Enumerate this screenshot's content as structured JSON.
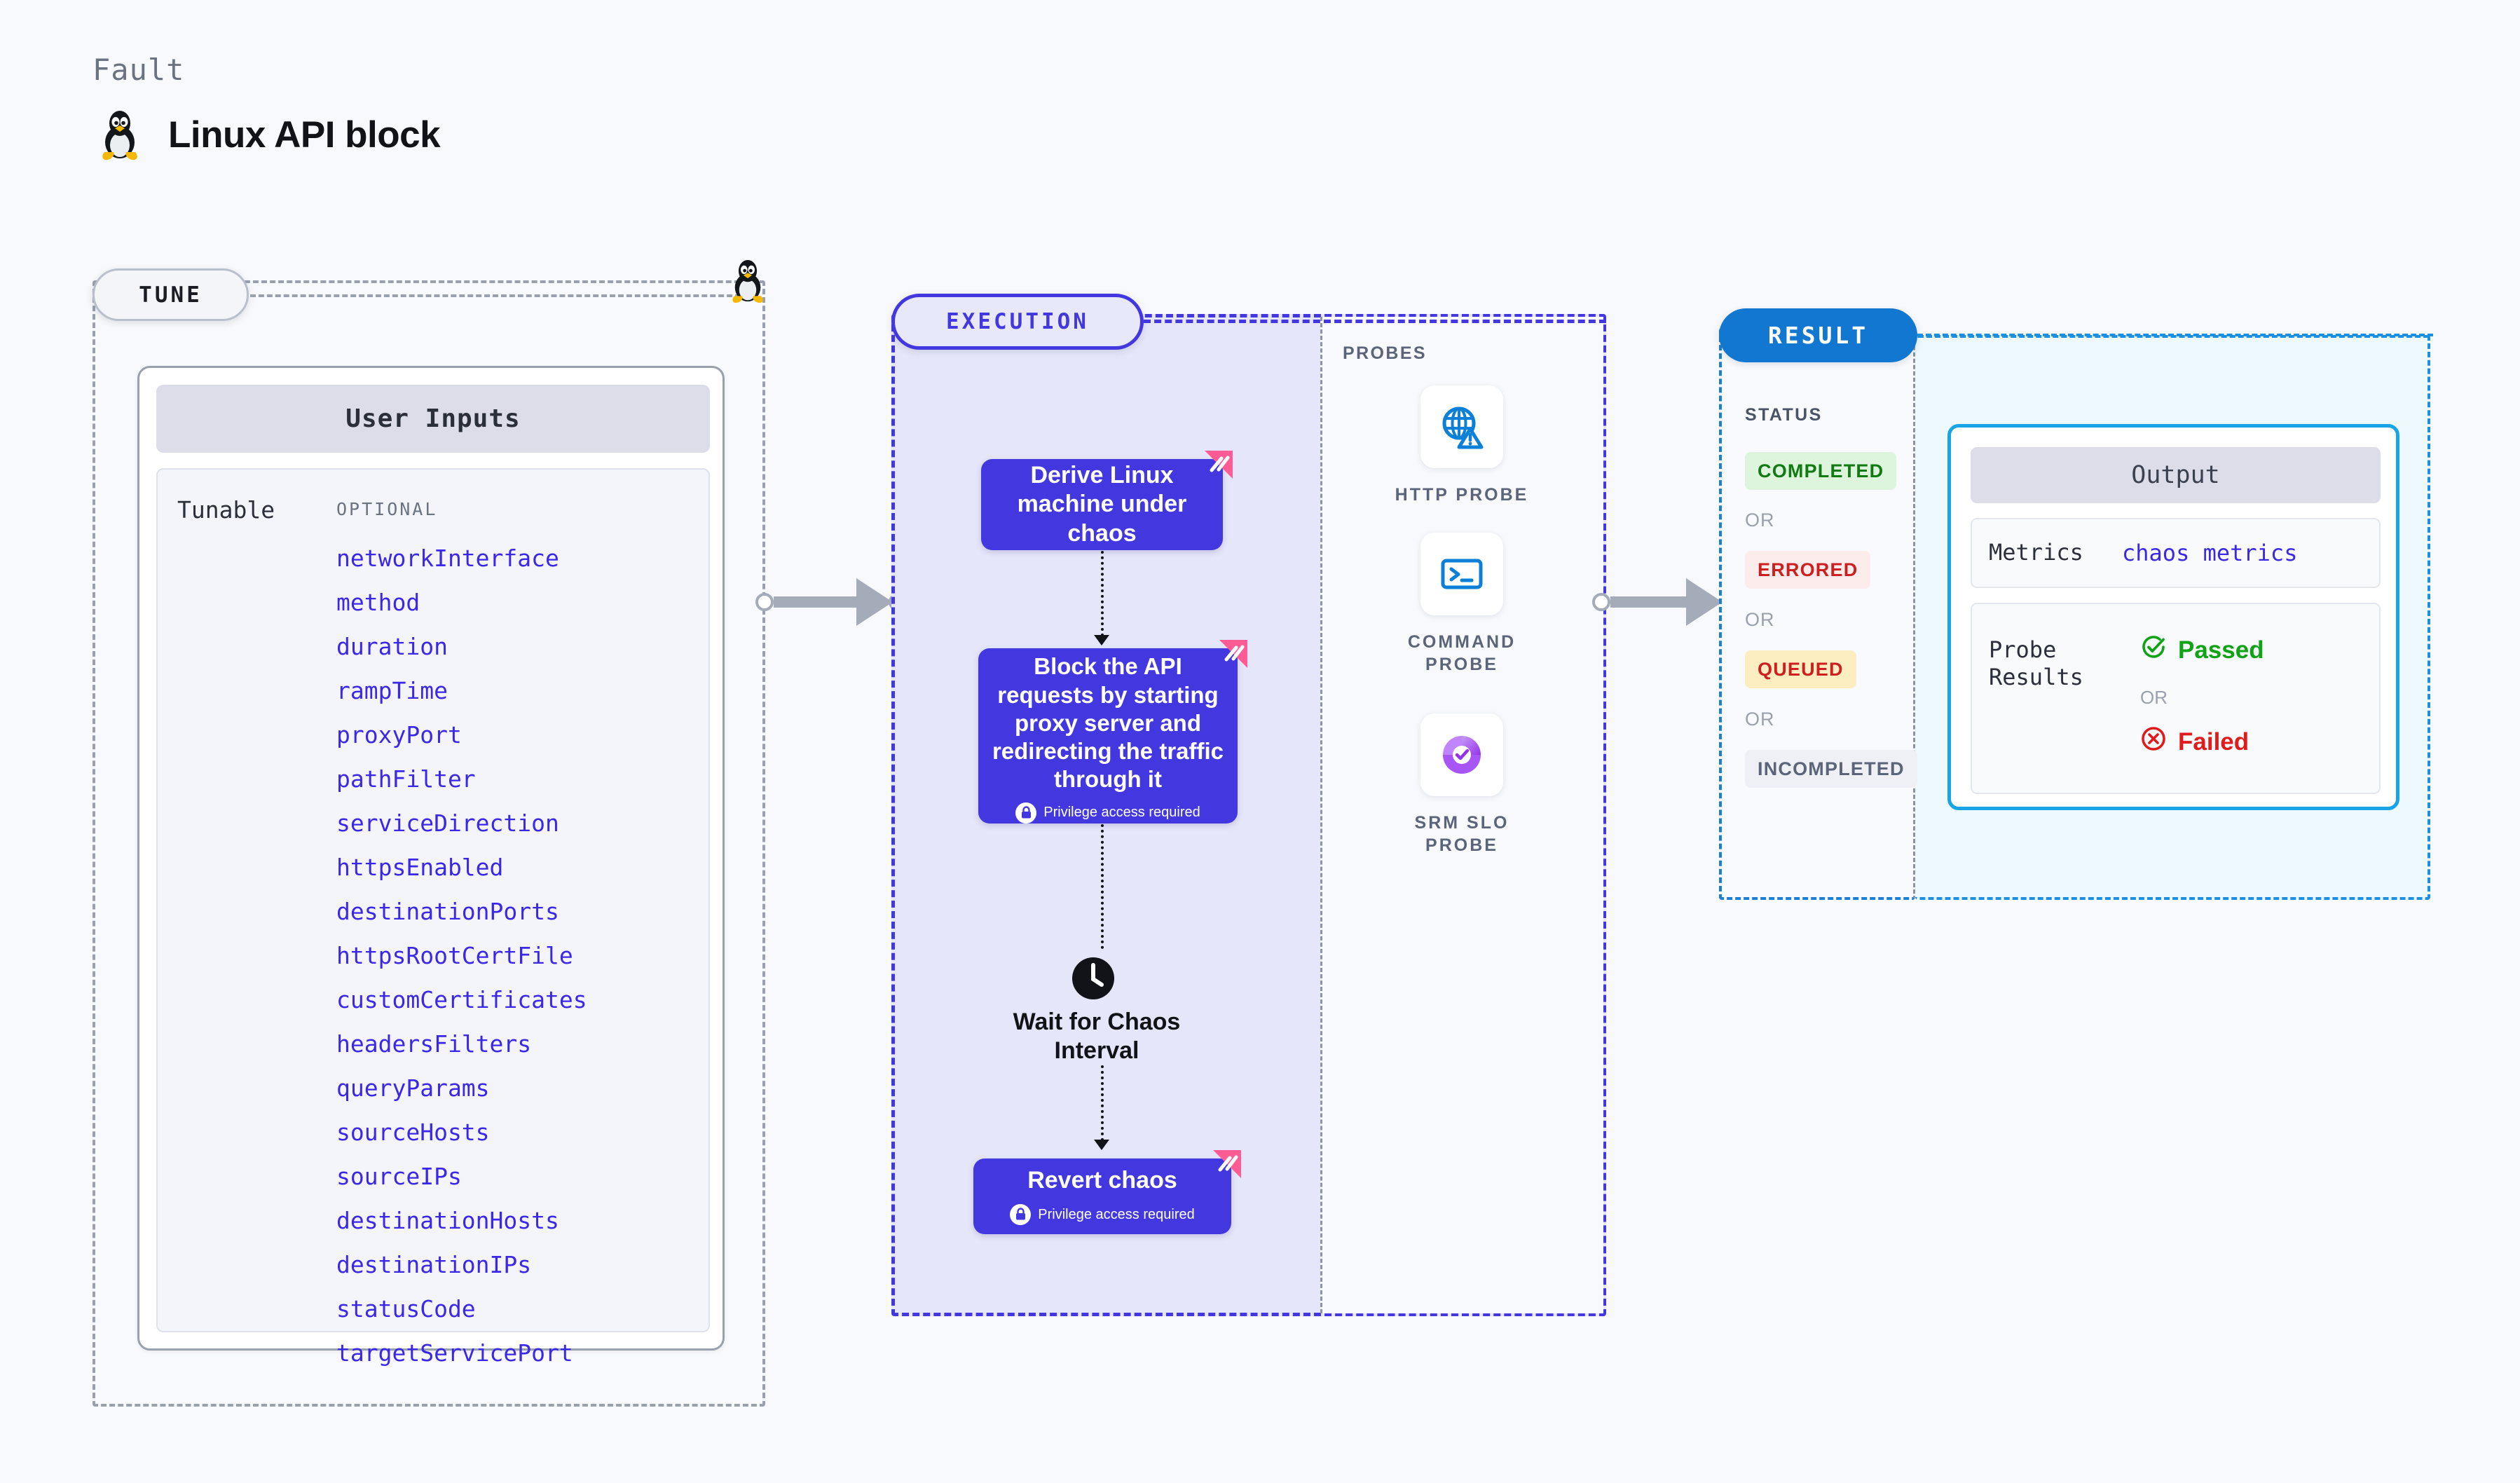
{
  "header": {
    "kicker": "Fault",
    "title": "Linux API block",
    "icon": "linux-tux-icon"
  },
  "tune": {
    "pill_label": "TUNE",
    "card_title": "User Inputs",
    "group_label": "Tunable",
    "optional_label": "OPTIONAL",
    "tunables": [
      "networkInterface",
      "method",
      "duration",
      "rampTime",
      "proxyPort",
      "pathFilter",
      "serviceDirection",
      "httpsEnabled",
      "destinationPorts",
      "httpsRootCertFile",
      "customCertificates",
      "headersFilters",
      "queryParams",
      "sourceHosts",
      "sourceIPs",
      "destinationHosts",
      "destinationIPs",
      "statusCode",
      "targetServicePort"
    ]
  },
  "execution": {
    "pill_label": "EXECUTION",
    "nodes": [
      {
        "label": "Derive Linux machine under chaos",
        "privilege": null,
        "badge": false
      },
      {
        "label": "Block the API requests by starting proxy server and redirecting the traffic through it",
        "privilege": "Privilege access required",
        "badge": true
      },
      {
        "label": "Wait for Chaos Interval",
        "privilege": null,
        "badge": false
      },
      {
        "label": "Revert chaos",
        "privilege": "Privilege access required",
        "badge": true
      }
    ]
  },
  "probes": {
    "section_label": "PROBES",
    "items": [
      {
        "label": "HTTP PROBE",
        "icon": "globe-warning-icon"
      },
      {
        "label": "COMMAND PROBE",
        "icon": "terminal-icon"
      },
      {
        "label": "SRM SLO PROBE",
        "icon": "srm-slo-icon"
      }
    ]
  },
  "result": {
    "pill_label": "RESULT",
    "status_label": "STATUS",
    "or_label": "OR",
    "statuses": [
      {
        "label": "COMPLETED",
        "bg": "#dcf5dc",
        "fg": "#127a12"
      },
      {
        "label": "ERRORED",
        "bg": "#fdecec",
        "fg": "#cc2020"
      },
      {
        "label": "QUEUED",
        "bg": "#fdeec2",
        "fg": "#cc2020"
      },
      {
        "label": "INCOMPLETED",
        "bg": "#eff0f5",
        "fg": "#5b6478"
      }
    ]
  },
  "output": {
    "card_title": "Output",
    "metrics_key": "Metrics",
    "metrics_value": "chaos metrics",
    "probe_results_key": "Probe Results",
    "passed_label": "Passed",
    "failed_label": "Failed",
    "or_label": "OR"
  },
  "colors": {
    "indigo": "#4338e0",
    "tunable_blue": "#3b27e8",
    "result_blue": "#1177d1",
    "output_cyan": "#18a5e8",
    "pink_badge": "#ff5c96",
    "pass_green": "#0fa315",
    "fail_red": "#e01b1b"
  }
}
